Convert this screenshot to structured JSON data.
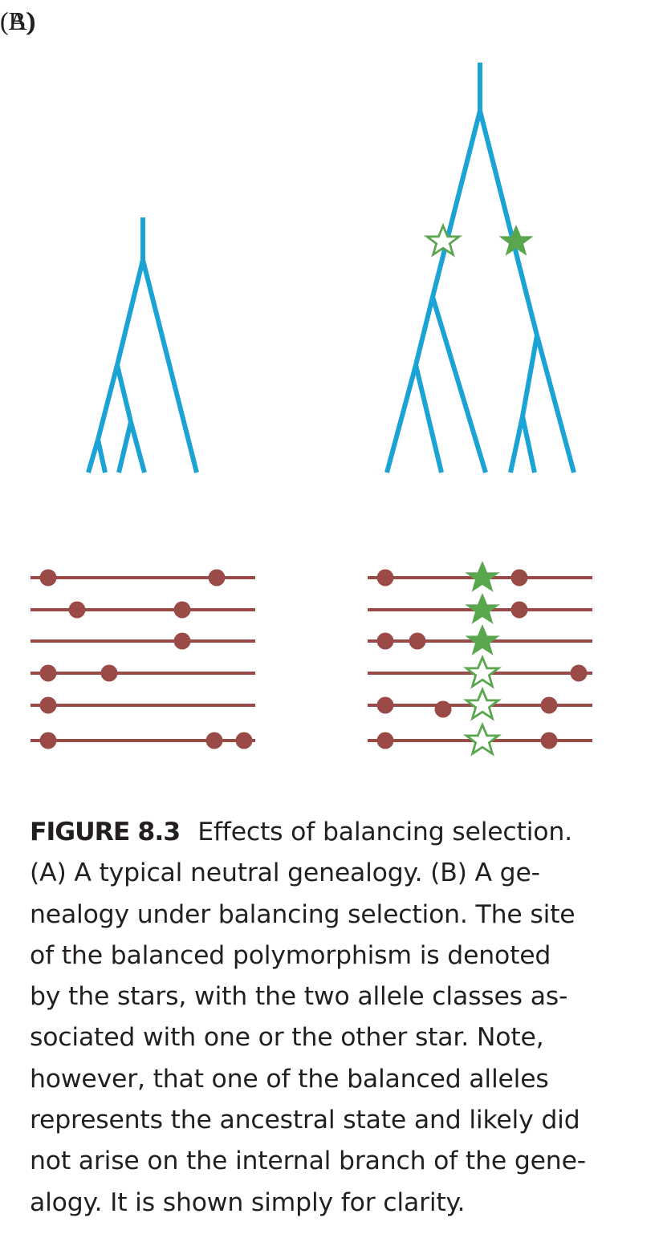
{
  "panels": {
    "a_label": "(A)",
    "b_label": "(B)"
  },
  "colors": {
    "tree": "#1aa3d4",
    "chromosome": "#9b4b47",
    "star": "#5aa64f",
    "text": "#231f20"
  },
  "caption": {
    "title": "FIGURE 8.3",
    "lines": [
      "Effects of balancing selection.",
      "(A) A typical neutral genealogy. (B) A ge-",
      "nealogy under balancing selection. The site",
      "of the balanced polymorphism is denoted",
      "by the stars, with the two allele classes as-",
      "sociated with one or the other star. Note,",
      "however, that one of the balanced alleles",
      "represents the ancestral state and likely did",
      "not arise on the internal branch of the gene-",
      "alogy. It is shown simply for clarity."
    ]
  }
}
